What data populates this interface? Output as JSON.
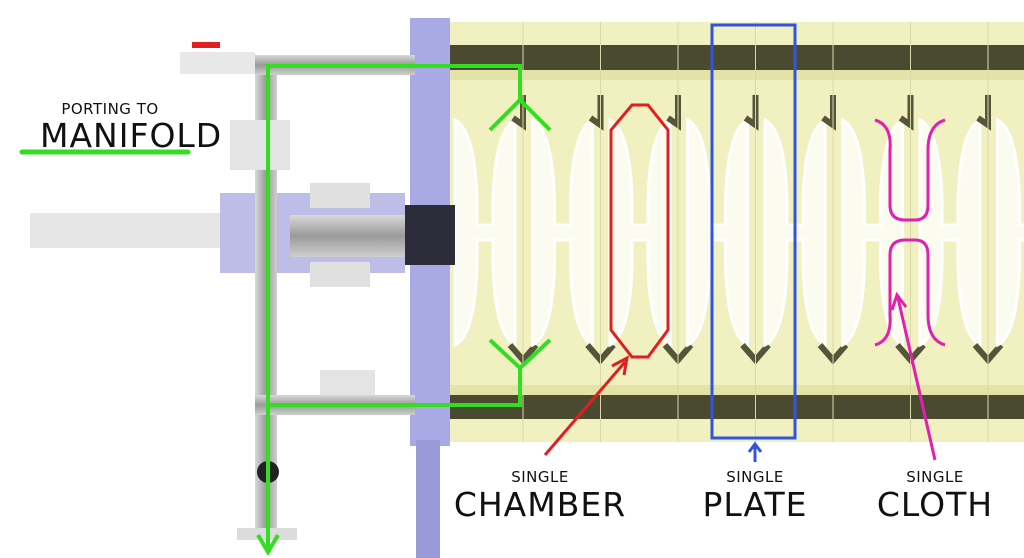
{
  "labels": {
    "manifold": {
      "small": "PORTING TO",
      "big": "MANIFOLD"
    },
    "chamber": {
      "small": "SINGLE",
      "big": "CHAMBER"
    },
    "plate": {
      "small": "SINGLE",
      "big": "PLATE"
    },
    "cloth": {
      "small": "SINGLE",
      "big": "CLOTH"
    }
  },
  "colors": {
    "flow_path": "#33dd22",
    "chamber": "#e02020",
    "plate": "#3355dd",
    "cloth": "#e020b0",
    "plate_body": "#f0f0c0",
    "end_plate": "#a9a9e6",
    "pipe": "#a8a8a8"
  }
}
